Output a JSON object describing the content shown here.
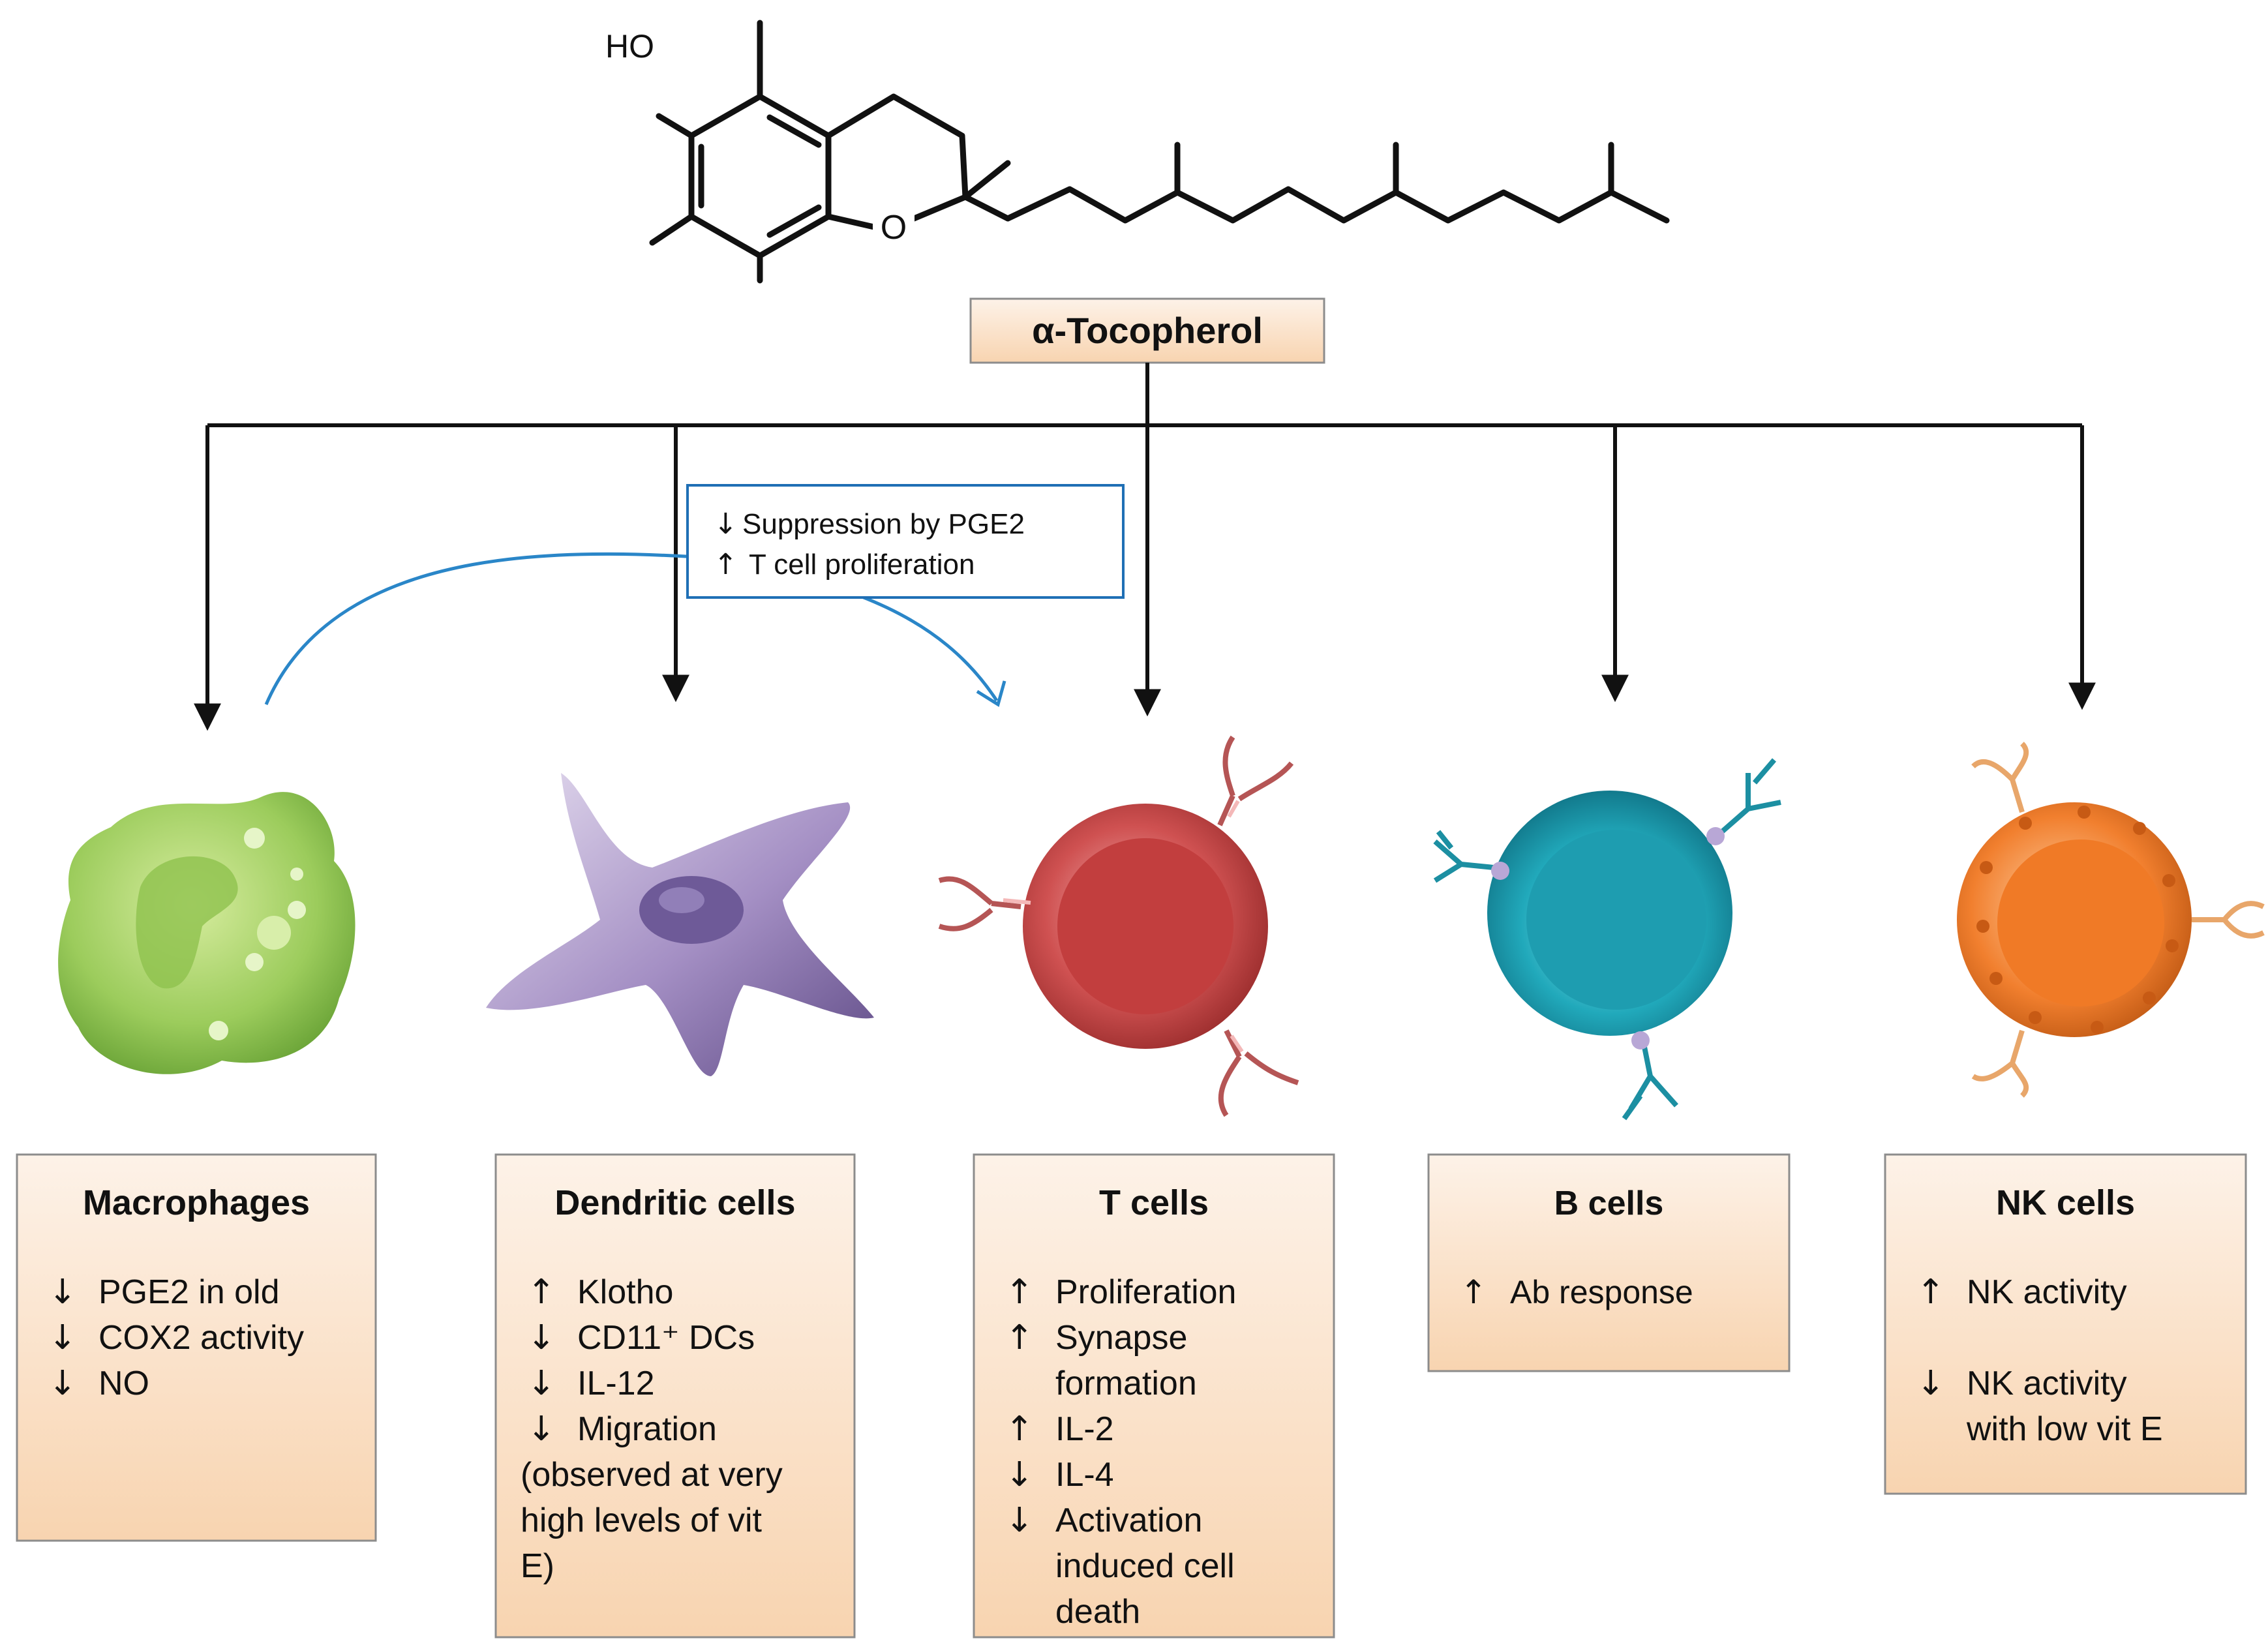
{
  "molecule": {
    "hydroxyl_label": "HO",
    "oxygen_label": "O"
  },
  "center": {
    "label": "α-Tocopherol"
  },
  "pge2_note": {
    "line1_arrow": "↓",
    "line1_text": "Suppression by PGE2",
    "line2_arrow": "↑",
    "line2_text": "T cell proliferation"
  },
  "cells": [
    {
      "key": "macrophages",
      "title": "Macrophages",
      "items": [
        {
          "arrow": "↓",
          "lines": [
            "PGE2 in old"
          ]
        },
        {
          "arrow": "↓",
          "lines": [
            "COX2 activity"
          ]
        },
        {
          "arrow": "↓",
          "lines": [
            "NO"
          ]
        }
      ],
      "note": []
    },
    {
      "key": "dendritic",
      "title": "Dendritic cells",
      "items": [
        {
          "arrow": "↑",
          "lines": [
            "Klotho"
          ]
        },
        {
          "arrow": "↓",
          "lines": [
            "CD11⁺ DCs"
          ]
        },
        {
          "arrow": "↓",
          "lines": [
            "IL-12"
          ]
        },
        {
          "arrow": "↓",
          "lines": [
            "Migration"
          ]
        }
      ],
      "note": [
        "(observed at very",
        "high levels of vit",
        "E)"
      ]
    },
    {
      "key": "tcells",
      "title": "T cells",
      "items": [
        {
          "arrow": "↑",
          "lines": [
            "Proliferation"
          ]
        },
        {
          "arrow": "↑",
          "lines": [
            "Synapse",
            "formation"
          ]
        },
        {
          "arrow": "↑",
          "lines": [
            "IL-2"
          ]
        },
        {
          "arrow": "↓",
          "lines": [
            "IL-4"
          ]
        },
        {
          "arrow": "↓",
          "lines": [
            "Activation",
            "induced cell",
            "death"
          ]
        }
      ],
      "note": []
    },
    {
      "key": "bcells",
      "title": "B cells",
      "items": [
        {
          "arrow": "↑",
          "lines": [
            "Ab response"
          ]
        }
      ],
      "note": []
    },
    {
      "key": "nkcells",
      "title": "NK cells",
      "items": [
        {
          "arrow": "↑",
          "lines": [
            "NK activity"
          ]
        },
        {
          "arrow": "↓",
          "lines": [
            "NK activity",
            "with low vit E"
          ]
        }
      ],
      "note": []
    }
  ],
  "colors": {
    "box_top": "#fdf0e4",
    "box_bottom": "#f7d2ad",
    "box_border": "#8c8c8c",
    "note_border": "#1f6fb5",
    "curve": "#2a86c8",
    "macrophage": "#8bbf4a",
    "dendritic": "#9a86b8",
    "tcell": "#c94848",
    "bcell": "#22a3b4",
    "nkcell": "#f07d2c"
  }
}
